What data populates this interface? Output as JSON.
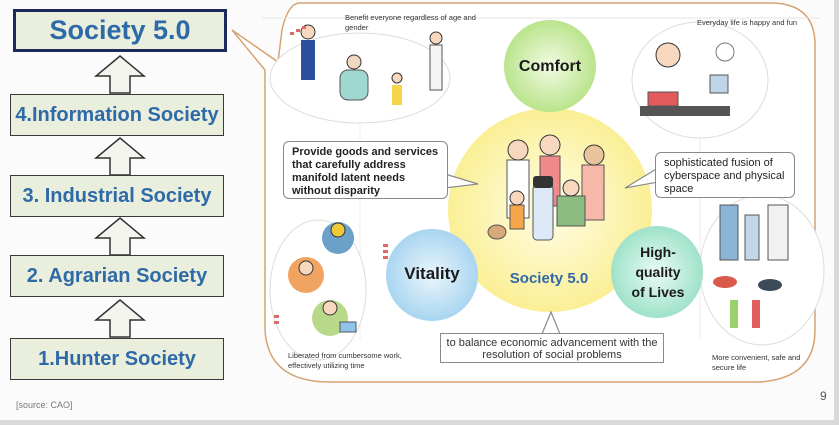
{
  "evolution": {
    "current": "Society 5.0",
    "stages": [
      {
        "label": "4.Information Society"
      },
      {
        "label": "3. Industrial Society"
      },
      {
        "label": "2. Agrarian Society"
      },
      {
        "label": "1.Hunter Society"
      }
    ]
  },
  "illustration": {
    "pillars": {
      "comfort": "Comfort",
      "vitality": "Vitality",
      "high_quality": "High-quality of Lives"
    },
    "center_label": "Society 5.0",
    "captions": {
      "top_left": "Benefit everyone regardless of age and gender",
      "top_right": "Everyday life is happy and fun",
      "bottom_left": "Liberated from cumbersome work, effectively utilizing time",
      "bottom_right": "More convenient, safe and secure life"
    },
    "callouts": {
      "left": "Provide goods and services that carefully address manifold latent needs without disparity",
      "right": "sophisticated fusion of cyberspace and physical space",
      "bottom": "to balance economic advancement with the resolution of social problems"
    }
  },
  "footer": {
    "source": "[source: CAO]",
    "page_number": "9"
  },
  "colors": {
    "title_text": "#2f6aa8",
    "box_fill": "#e9eedd",
    "speech_outline": "#d4a373",
    "comfort": "#c8eaa0",
    "vitality": "#bfe0f5",
    "high_quality": "#b7ead8",
    "center_glow": "#fbf3a8"
  }
}
